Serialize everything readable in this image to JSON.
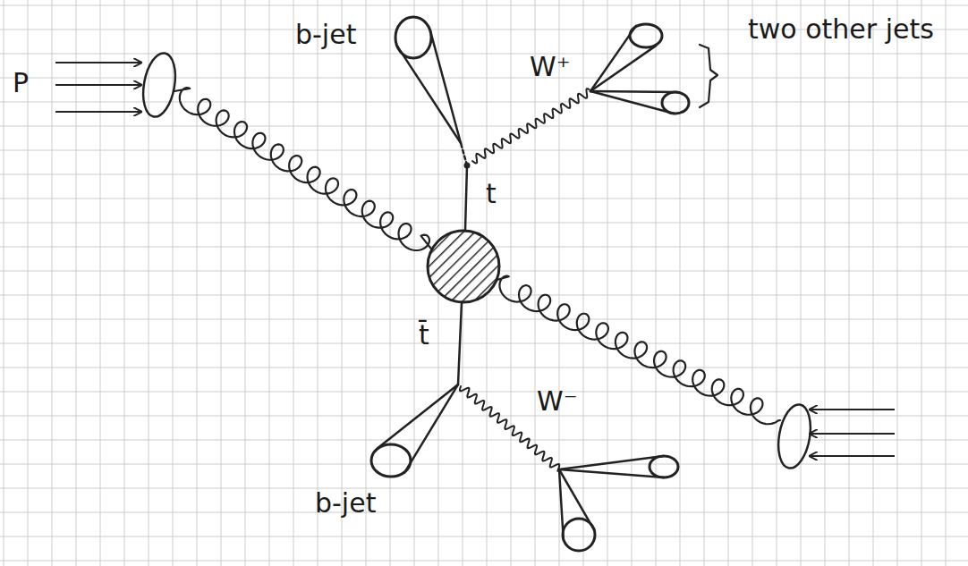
{
  "diagram": {
    "labels": [
      "P",
      "b-jet",
      "W⁺",
      "two other jets",
      "t",
      "t̄",
      "W⁻",
      "b-jet"
    ]
  }
}
